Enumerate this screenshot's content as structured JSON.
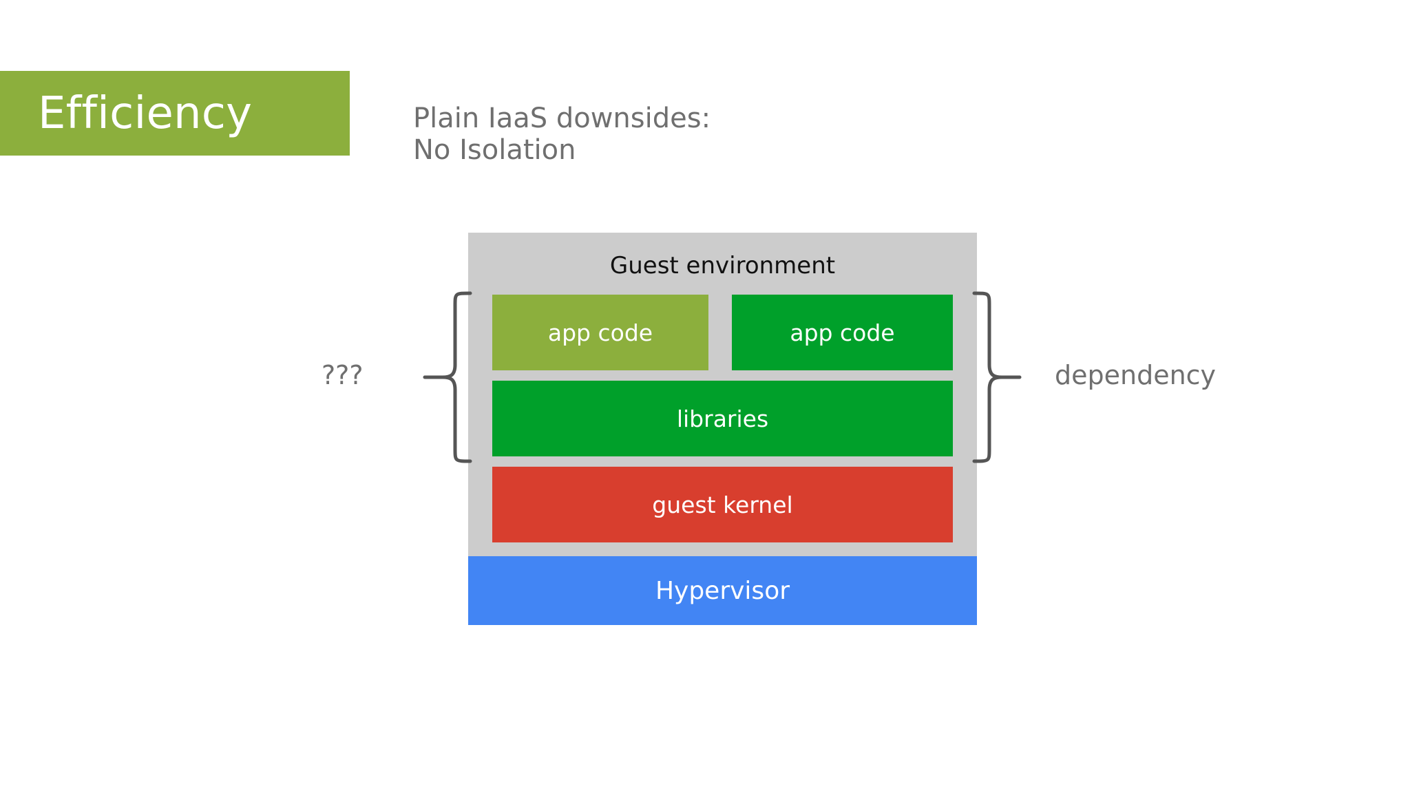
{
  "slide": {
    "title": "Efficiency",
    "title_bg_color": "#8CAF3D",
    "subtitle_lines": [
      "Plain IaaS downsides:",
      "No Isolation"
    ],
    "subtitle_color": "#6F6F6F",
    "background_color": "#FFFFFF"
  },
  "diagram": {
    "container_label": "Guest environment",
    "container_color": "#CCCCCC",
    "layers": [
      {
        "name": "app-code-left",
        "label": "app code",
        "color": "#8CAF3D",
        "row": 1,
        "column": "left"
      },
      {
        "name": "app-code-right",
        "label": "app code",
        "color": "#00A02A",
        "row": 1,
        "column": "right"
      },
      {
        "name": "libraries",
        "label": "libraries",
        "color": "#00A02A",
        "row": 2,
        "column": "full"
      },
      {
        "name": "guest-kernel",
        "label": "guest kernel",
        "color": "#D83E2E",
        "row": 3,
        "column": "full"
      }
    ],
    "base_layer": {
      "label": "Hypervisor",
      "color": "#4285F4"
    },
    "annotations": {
      "left_bracket_label": "???",
      "right_bracket_label": "dependency",
      "bracket_color": "#555555",
      "label_color": "#6F6F6F"
    }
  }
}
